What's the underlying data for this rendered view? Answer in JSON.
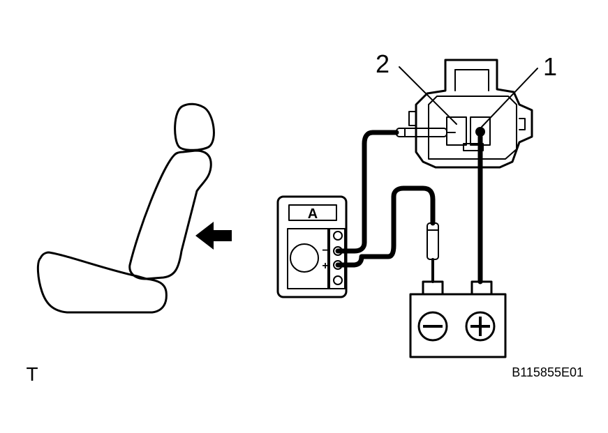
{
  "callouts": {
    "one": "1",
    "two": "2"
  },
  "meter": {
    "label": "A",
    "minus": "−",
    "plus": "+"
  },
  "battery": {
    "negative_symbol": "−",
    "positive_symbol": "+"
  },
  "marks": {
    "t": "T",
    "code": "B115855E01"
  },
  "icons": {
    "seat": "seat-icon",
    "arrow": "arrow-left-icon",
    "connector": "connector-icon",
    "ammeter": "ammeter-icon",
    "battery": "battery-icon"
  }
}
